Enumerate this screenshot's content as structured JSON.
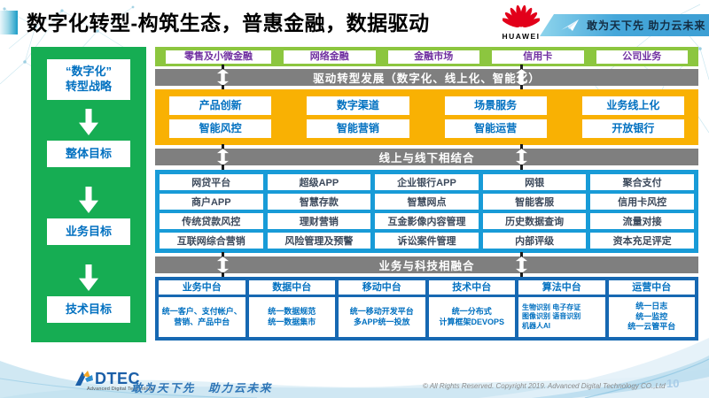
{
  "title": "数字化转型-构筑生态，普惠金融，数据驱动",
  "header": {
    "huawei_label": "HUAWEI",
    "banner_slogan": "敢为天下先 助力云未来"
  },
  "icons": {
    "huawei_logo": "huawei-flower",
    "banner_icon": "paper-plane",
    "divider_arrows": "double-vertical-arrow",
    "sidebar_arrows": "down-arrow"
  },
  "sidebar": {
    "items": [
      {
        "label": "“数字化”\n转型战略"
      },
      {
        "label": "整体目标"
      },
      {
        "label": "业务目标"
      },
      {
        "label": "技术目标"
      }
    ]
  },
  "business_band": {
    "items": [
      "零售及小微金融",
      "网络金融",
      "金融市场",
      "信用卡",
      "公司业务"
    ]
  },
  "divider_bars": {
    "bar1": "驱动转型发展（数字化、线上化、智能化）",
    "bar2": "线上与线下相结合",
    "bar3": "业务与科技相融合"
  },
  "capability_rows": {
    "row1": [
      "产品创新",
      "数字渠道",
      "场景服务",
      "业务线上化"
    ],
    "row2": [
      "智能风控",
      "智能营销",
      "智能运营",
      "开放银行"
    ]
  },
  "channel_rows": {
    "row1": [
      "网贷平台",
      "超级APP",
      "企业银行APP",
      "网银",
      "聚合支付"
    ],
    "row2": [
      "商户APP",
      "智慧存款",
      "智慧网点",
      "智能客服",
      "信用卡风控"
    ],
    "row3": [
      "传统贷款风控",
      "理财营销",
      "互金影像内容管理",
      "历史数据查询",
      "流量对接"
    ],
    "row4": [
      "互联网综合营销",
      "风险管理及预警",
      "诉讼案件管理",
      "内部评级",
      "资本充足评定"
    ]
  },
  "platforms": {
    "columns": [
      {
        "title": "业务中台",
        "detail": "统一客户、支付帐户、营销、产品中台"
      },
      {
        "title": "数据中台",
        "detail": "统一数据规范\n统一数据集市"
      },
      {
        "title": "移动中台",
        "detail": "统一移动开发平台\n多APP统一投放"
      },
      {
        "title": "技术中台",
        "detail": "统一分布式\n计算框架DEVOPS"
      },
      {
        "title": "算法中台",
        "detail": "生物识别 电子存证\n图像识别 语音识别\n机器人AI"
      },
      {
        "title": "运营中台",
        "detail": "统一日志\n统一监控\n统一云管平台"
      }
    ]
  },
  "footer": {
    "logo_text": "DTEC",
    "logo_subtext": "Advanced Digital Technology",
    "slogan": "敢为天下先　助力云未来",
    "copyright": "© All Rights Reserved. Copyright 2019. Advanced Digital Technology CO.,Ltd",
    "page_number": "10"
  },
  "colors": {
    "sidebar_green": "#16AD53",
    "band_green": "#8CC63F",
    "yellow": "#F9B103",
    "blue_section": "#189BD7",
    "dark_blue_section": "#1668B2",
    "gray_bar": "#7f7f7f",
    "purple_text": "#7030A0",
    "blue_text": "#0070C0"
  }
}
